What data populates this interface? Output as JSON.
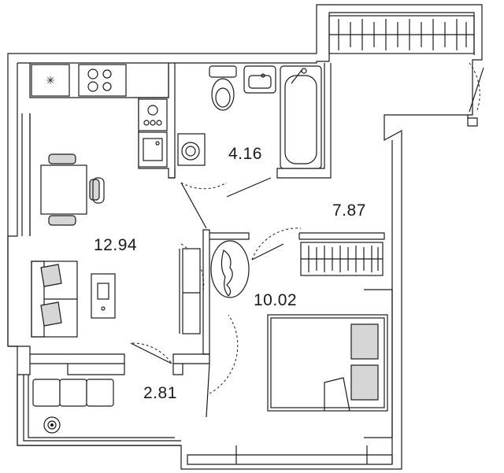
{
  "rooms": {
    "living_kitchen": "12.94",
    "bathroom": "4.16",
    "hallway": "7.87",
    "bedroom": "10.02",
    "balcony": "2.81"
  },
  "colors": {
    "wall": "#1a1a1a",
    "furniture_fill": "#d6d6d6",
    "background": "#ffffff"
  }
}
